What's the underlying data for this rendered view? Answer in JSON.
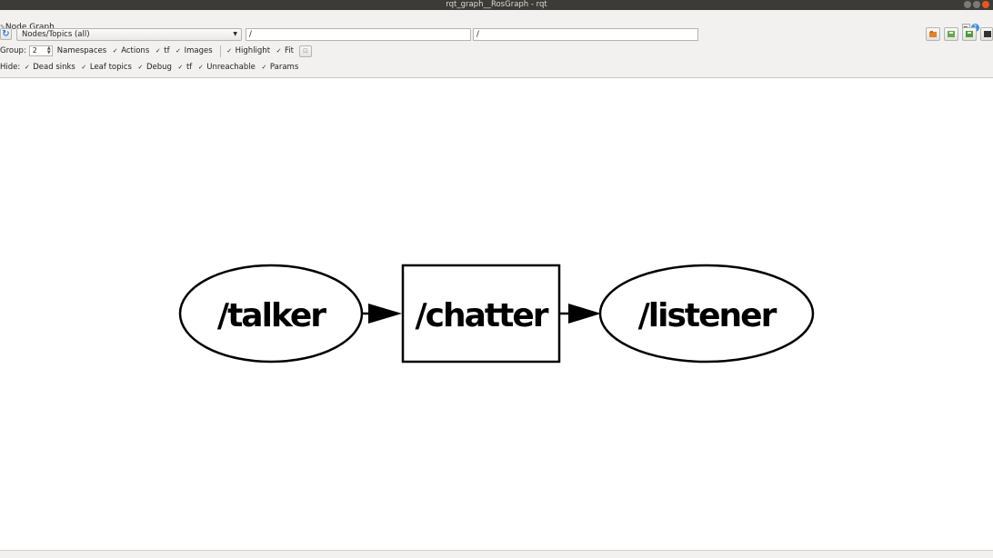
{
  "window": {
    "title": "rqt_graph__RosGraph - rqt"
  },
  "plugin": {
    "title": "Node Graph",
    "dock_label": "D",
    "help_label": "?",
    "close_label": "-"
  },
  "toolbar": {
    "graph_type": "Nodes/Topics (all)",
    "node_filter": "/",
    "topic_filter": "/",
    "group_label": "Group:",
    "group_value": "2",
    "namespaces_label": "Namespaces",
    "actions_label": "Actions",
    "tf_label": "tf",
    "images_label": "Images",
    "highlight_label": "Highlight",
    "fit_label": "Fit"
  },
  "hide": {
    "label": "Hide:",
    "dead_sinks": "Dead sinks",
    "leaf_topics": "Leaf topics",
    "debug": "Debug",
    "tf": "tf",
    "unreachable": "Unreachable",
    "params": "Params"
  },
  "checkmark": "✓",
  "graph": {
    "nodes": [
      {
        "label": "/talker",
        "kind": "node"
      },
      {
        "label": "/chatter",
        "kind": "topic"
      },
      {
        "label": "/listener",
        "kind": "node"
      }
    ],
    "edges": [
      {
        "from": "/talker",
        "to": "/chatter"
      },
      {
        "from": "/chatter",
        "to": "/listener"
      }
    ]
  },
  "colors": {
    "titlebar": "#3c3b37",
    "panel": "#f2f1f0",
    "accent": "#e95420"
  }
}
